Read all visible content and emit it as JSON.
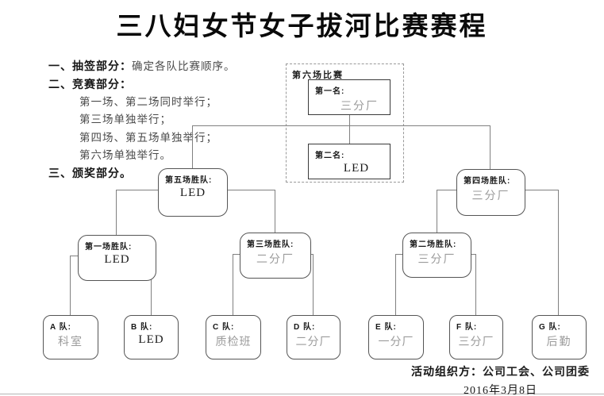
{
  "title": "三八妇女节女子拔河比赛赛程",
  "notes": {
    "item1_label": "一、抽签部分：",
    "item1_text": "确定各队比赛顺序。",
    "item2_label": "二、竞赛部分：",
    "item2_lines": [
      "第一场、第二场同时举行；",
      "第三场单独举行；",
      "第四场、第五场单独举行；",
      "第六场单独举行。"
    ],
    "item3_label": "三、颁奖部分。"
  },
  "bracket": {
    "group_label": "第六场比赛",
    "first_place": {
      "label": "第一名:",
      "team": "三分厂"
    },
    "second_place": {
      "label": "第二名:",
      "team": "LED"
    },
    "winners": [
      {
        "label": "第五场胜队:",
        "team": "LED"
      },
      {
        "label": "第四场胜队:",
        "team": "三分厂"
      },
      {
        "label": "第一场胜队:",
        "team": "LED"
      },
      {
        "label": "第三场胜队:",
        "team": "二分厂"
      },
      {
        "label": "第二场胜队:",
        "team": "三分厂"
      }
    ],
    "teams": [
      {
        "label": "A 队:",
        "name": "科室"
      },
      {
        "label": "B 队:",
        "name": "LED"
      },
      {
        "label": "C 队:",
        "name": "质检班"
      },
      {
        "label": "D 队:",
        "name": "二分厂"
      },
      {
        "label": "E 队:",
        "name": "一分厂"
      },
      {
        "label": "F 队:",
        "name": "三分厂"
      },
      {
        "label": "G 队:",
        "name": "后勤"
      }
    ]
  },
  "footer": {
    "organizer_label": "活动组织方：",
    "organizer": "公司工会、公司团委",
    "date": "2016年3月8日"
  },
  "colors": {
    "team_name_gray": "#9b9b9b",
    "connector_line": "#808080",
    "text_black": "#1a1a1a"
  }
}
